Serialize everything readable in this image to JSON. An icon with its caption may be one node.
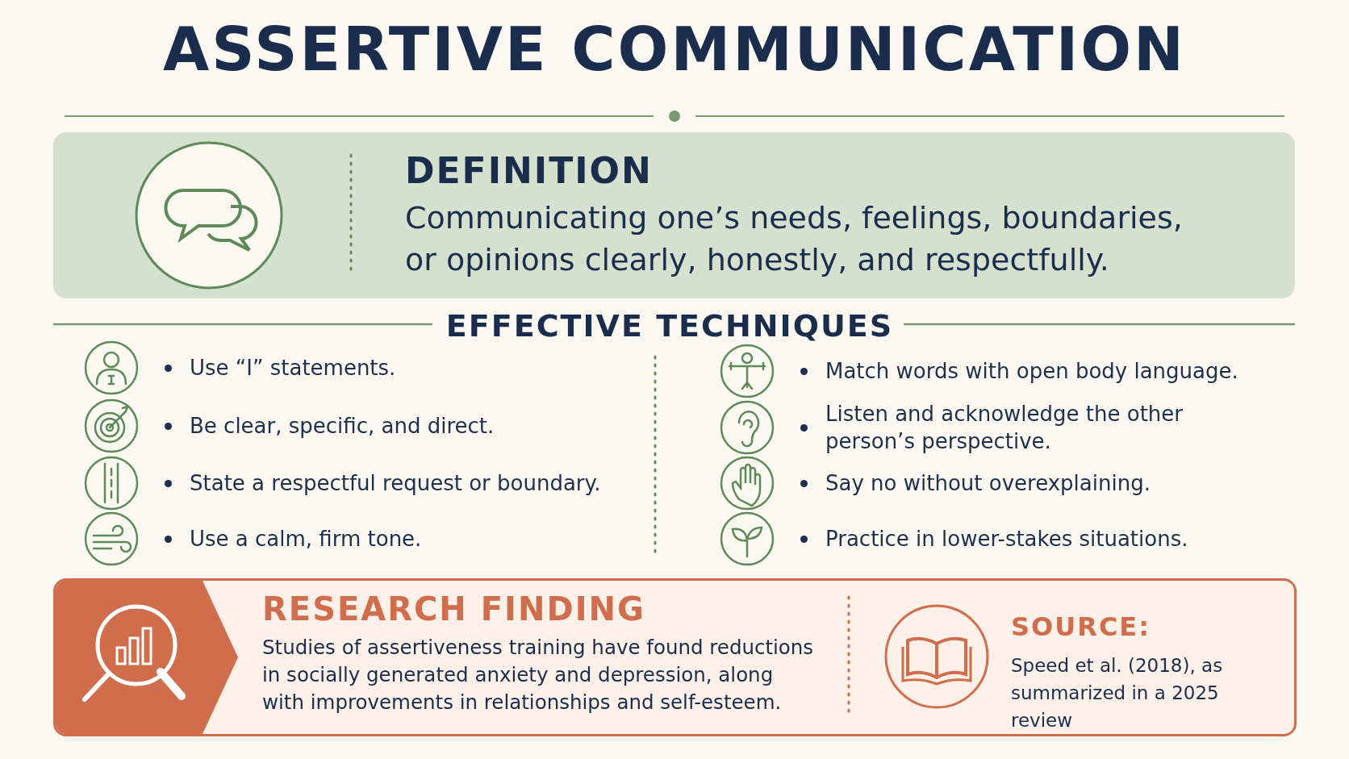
{
  "diagram": {
    "title": "ASSERTIVE COMMUNICATION",
    "nodes": [
      {
        "text": [
          "DEFINITION",
          "Communicating one’s needs, feelings, boundaries, or opinions clearly, honestly, and respectfully."
        ]
      },
      {
        "text": [
          "RESEARCH FINDING",
          "Studies of assertiveness training have found reductions in socially generated anxiety and depression, along with improvements in relationships and self-esteem."
        ]
      },
      {
        "text": [
          "SOURCE:",
          "Speed et al. (2018), as summarized in a 2025 review"
        ],
        "in": 1
      }
    ],
    "labels": [
      "EFFECTIVE TECHNIQUES",
      "Use “I” statements.",
      "Be clear, specific, and direct.",
      "State a respectful request or boundary.",
      "Use a calm, firm tone.",
      "Match words with open body language.",
      "Listen and acknowledge the other person’s perspective.",
      "Say no without overexplaining.",
      "Practice in lower-stakes situations."
    ]
  }
}
